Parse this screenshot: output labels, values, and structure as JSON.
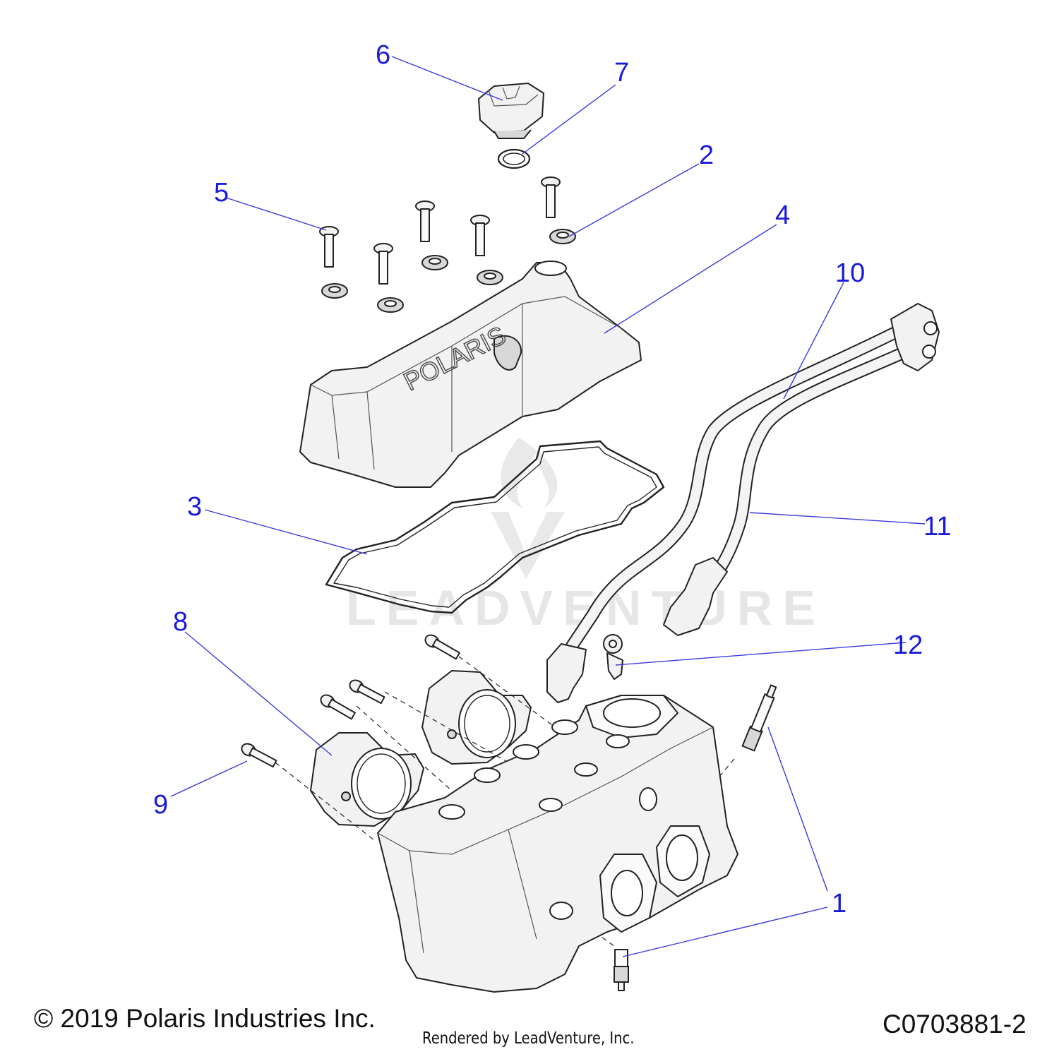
{
  "diagram": {
    "callouts": [
      "1",
      "2",
      "3",
      "4",
      "5",
      "6",
      "7",
      "8",
      "9",
      "10",
      "11",
      "12"
    ],
    "watermark_text": "LEADVENTURE"
  },
  "footer": {
    "copyright": "© 2019 Polaris Industries Inc.",
    "rendered_by": "Rendered by LeadVenture, Inc.",
    "diagram_code": "C0703881-2"
  },
  "colors": {
    "callout": "#1a1adb",
    "leader": "#3b3bdb",
    "part_fill": "#f2f2f2",
    "outline": "#222222"
  }
}
